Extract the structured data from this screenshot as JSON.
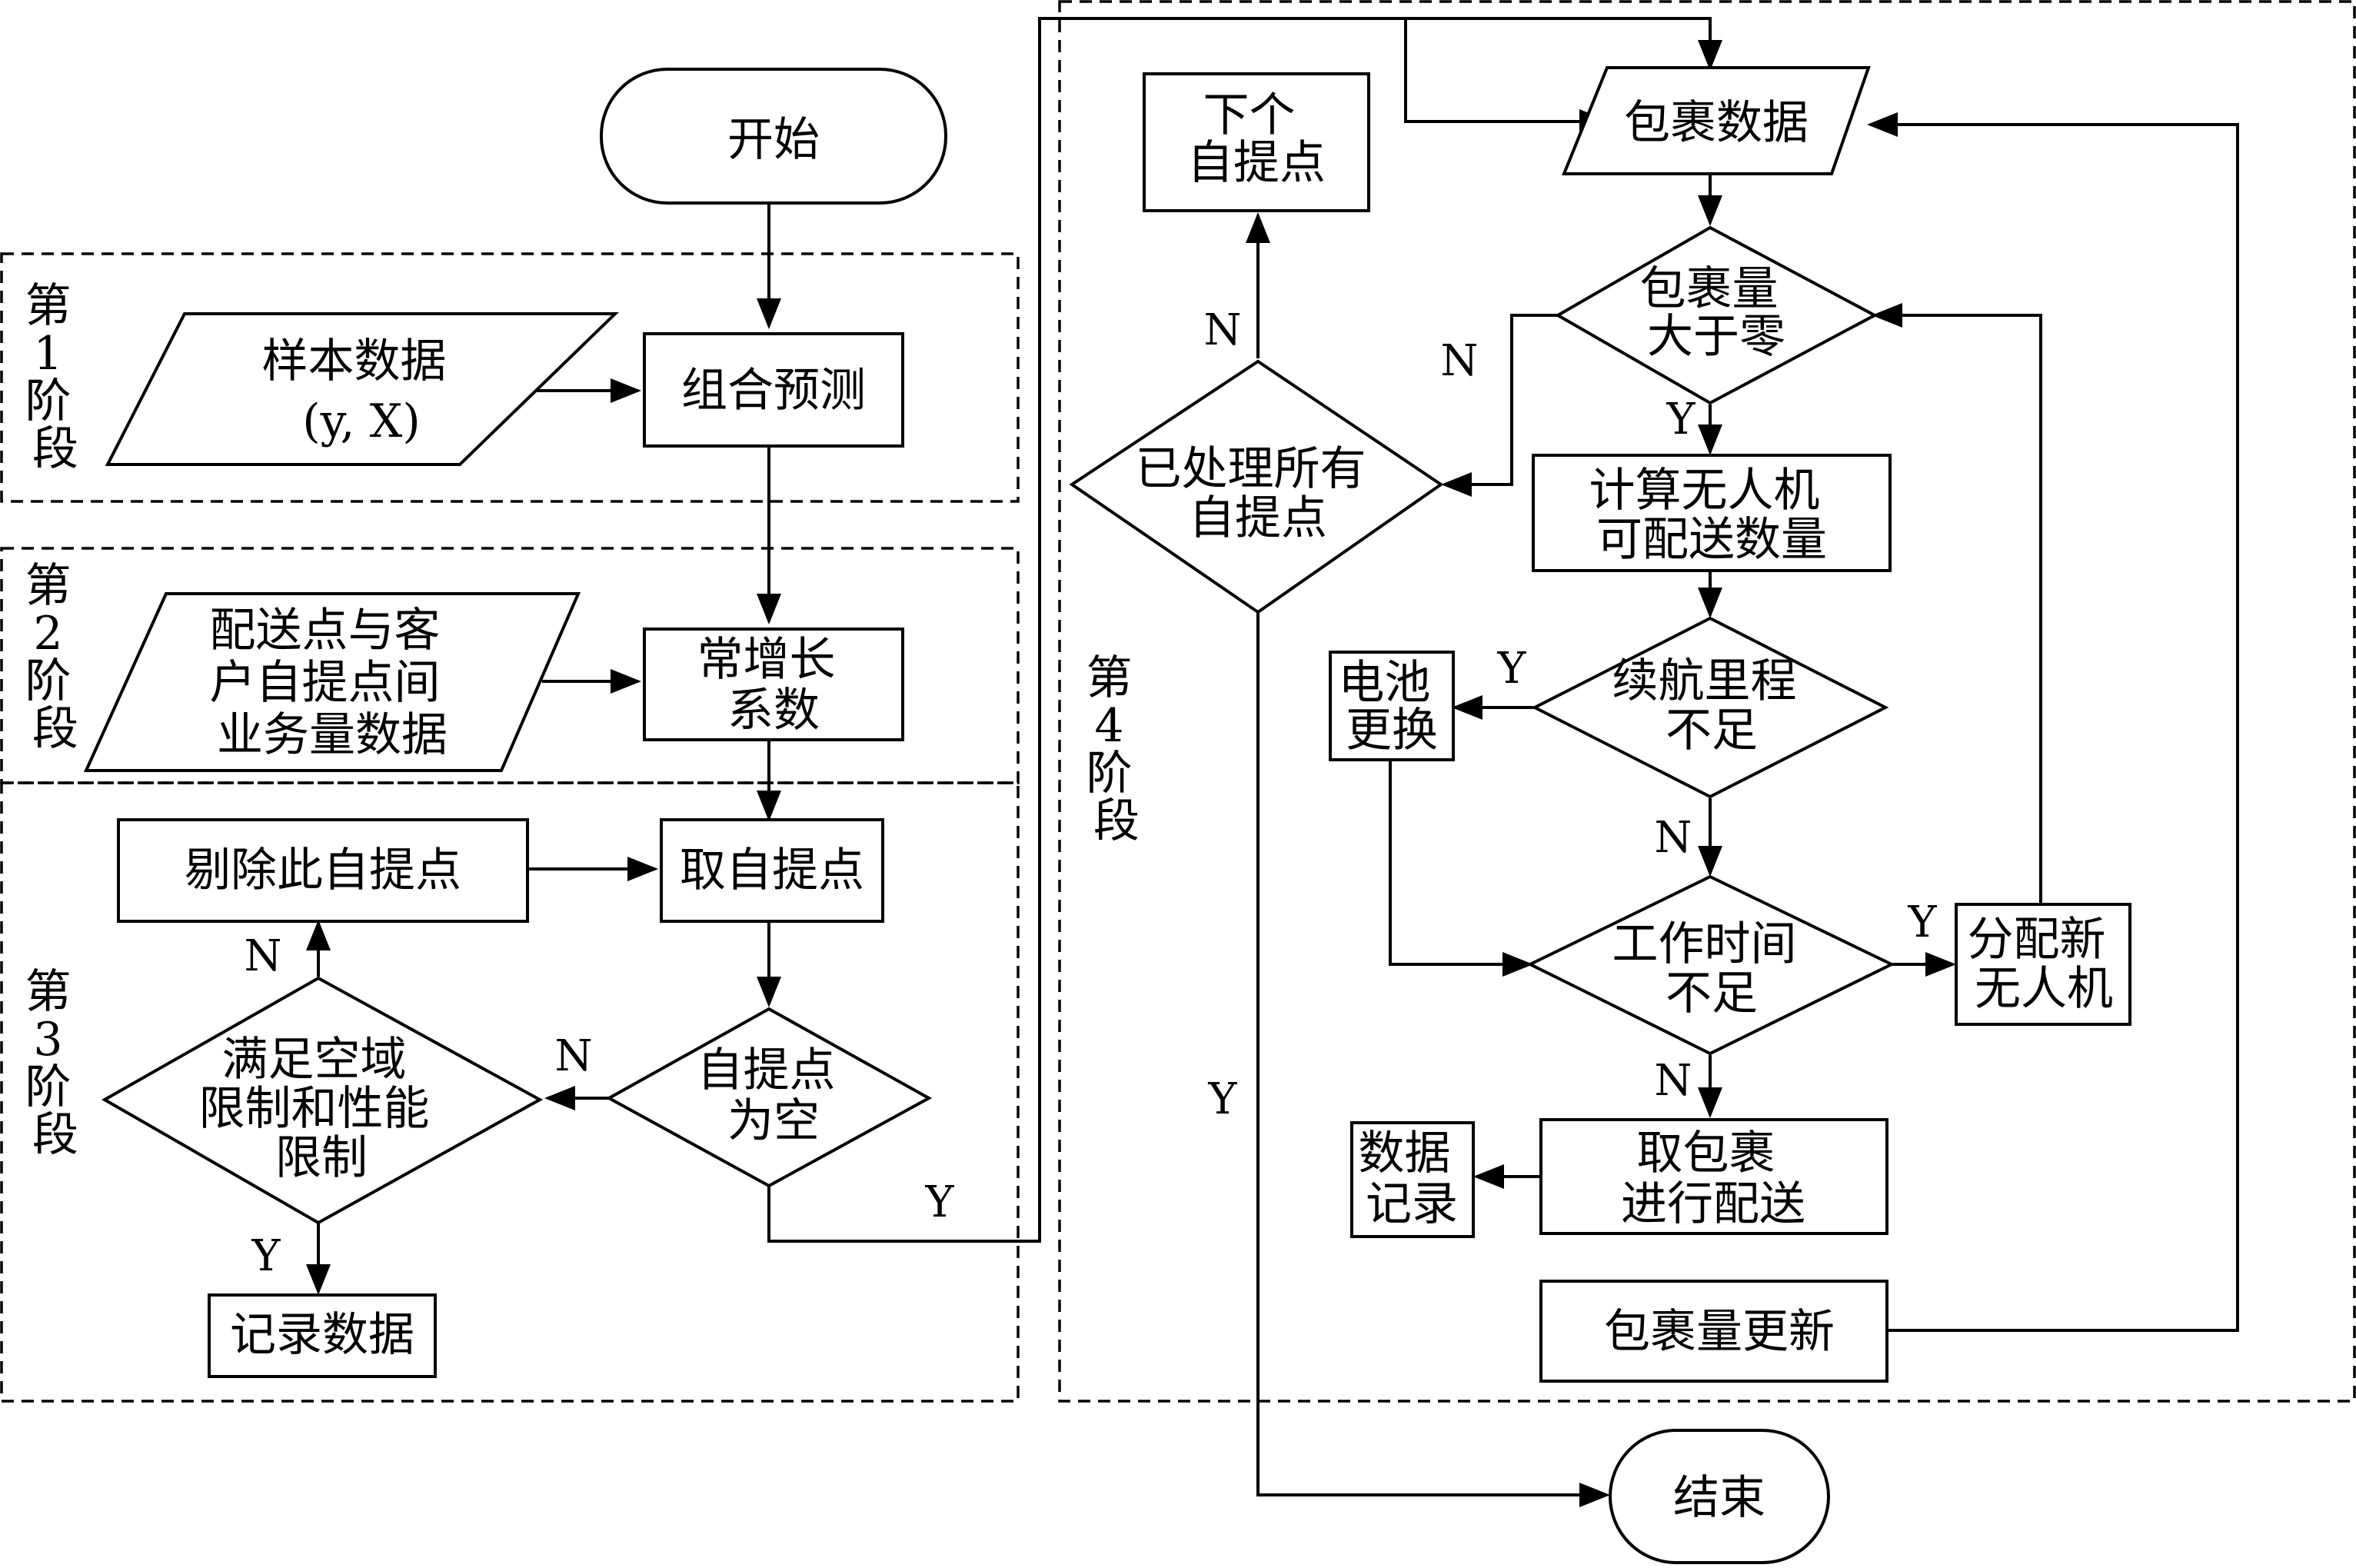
{
  "nodes": {
    "start": "开始",
    "sample_data": [
      "样本数据",
      "(y, X)"
    ],
    "combined_forecast": "组合预测",
    "business_volume": [
      "配送点与客",
      "户自提点间",
      "业务量数据"
    ],
    "growth_coefficient": [
      "常增长",
      "系数"
    ],
    "remove_point": "剔除此自提点",
    "take_point": "取自提点",
    "airspace_check": [
      "满足空域",
      "限制和性能",
      "限制"
    ],
    "point_empty": [
      "自提点",
      "为空"
    ],
    "record_data": "记录数据",
    "next_point": [
      "下个",
      "自提点"
    ],
    "parcel_data": "包裹数据",
    "parcel_gt_zero": [
      "包裹量",
      "大于零"
    ],
    "all_processed": [
      "已处理所有",
      "自提点"
    ],
    "compute_drones": [
      "计算无人机",
      "可配送数量"
    ],
    "battery_swap": [
      "电池",
      "更换"
    ],
    "range_short": [
      "续航里程",
      "不足"
    ],
    "worktime_short": [
      "工作时间",
      "不足"
    ],
    "assign_drone": [
      "分配新",
      "无人机"
    ],
    "data_record": [
      "数据",
      "记录"
    ],
    "take_parcel": [
      "取包裹",
      "进行配送"
    ],
    "update_parcel": "包裹量更新",
    "end": "结束"
  },
  "stages": {
    "s1": [
      "第",
      "1",
      "阶",
      "段"
    ],
    "s2": [
      "第",
      "2",
      "阶",
      "段"
    ],
    "s3": [
      "第",
      "3",
      "阶",
      "段"
    ],
    "s4": [
      "第",
      "4",
      "阶",
      "段"
    ]
  },
  "labels": {
    "yes": "Y",
    "no": "N"
  }
}
